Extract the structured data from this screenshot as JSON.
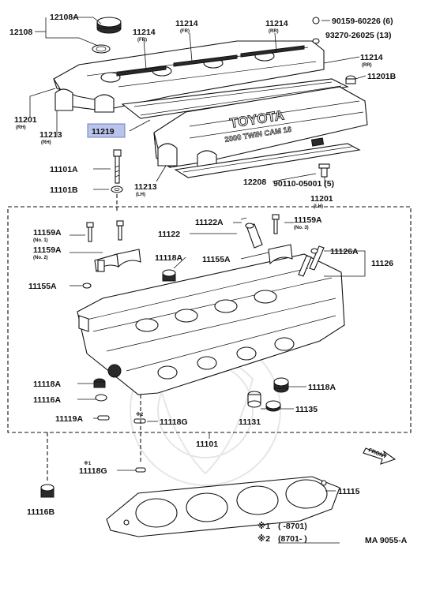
{
  "highlight": {
    "color": "#b9c3ec"
  },
  "labels": {
    "p12108A": "12108A",
    "p12108": "12108",
    "p90159": "90159-60226 (6)",
    "p93270": "93270-26025 (13)",
    "p11214_fr1": "11214",
    "p11214_fr1_sub": "(FR)",
    "p11214_fr2": "11214",
    "p11214_fr2_sub": "(FR)",
    "p11214_rr1": "11214",
    "p11214_rr1_sub": "(RR)",
    "p11214_rr2": "11214",
    "p11214_rr2_sub": "(RR)",
    "p11201B": "11201B",
    "p11201_rh": "11201",
    "p11201_rh_sub": "(RH)",
    "p11213_rh": "11213",
    "p11213_rh_sub": "(RH)",
    "p11219": "11219",
    "p11101A": "11101A",
    "p11101B": "11101B",
    "p11213_lh": "11213",
    "p11213_lh_sub": "(LH)",
    "p12208": "12208",
    "p90110": "90110-05001 (5)",
    "p11201_lh": "11201",
    "p11201_lh_sub": "(LH)",
    "p11159A_1": "11159A",
    "p11159A_1_sub": "(No. 1)",
    "p11159A_2": "11159A",
    "p11159A_2_sub": "(No. 2)",
    "p11159A_3": "11159A",
    "p11159A_3_sub": "(No. 3)",
    "p11122": "11122",
    "p11122A": "11122A",
    "p11118A_top": "11118A",
    "p11155A_r": "11155A",
    "p11155A_l": "11155A",
    "p11126A": "11126A",
    "p11126": "11126",
    "p11118A_l": "11118A",
    "p11116A": "11116A",
    "p11119A": "11119A",
    "p11118G_mark": "※2",
    "p11118G": "11118G",
    "p11131": "11131",
    "p11135": "11135",
    "p11118A_r": "11118A",
    "p11101": "11101",
    "p11118G_b_mark": "※1",
    "p11118G_b": "11118G",
    "p11116B": "11116B",
    "p11115": "11115"
  },
  "cover_text": {
    "brand": "TOYOTA",
    "model": "2000 TWIN CAM 16"
  },
  "front_text": "FRONT",
  "notes": {
    "n1_mark": "※1",
    "n1_range": "( -8701)",
    "n2_mark": "※2",
    "n2_range": "(8701- )"
  },
  "figure_code": "MA 9055-A"
}
